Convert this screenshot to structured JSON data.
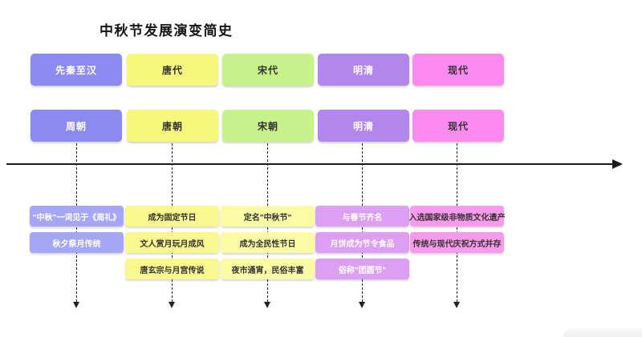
{
  "title": "中秋节发展演变简史",
  "diagram": {
    "type": "horizontal-timeline",
    "axis": {
      "style": "solid-black-arrow",
      "direction": "right"
    },
    "connector_style": "dashed-down-arrow",
    "columns": [
      {
        "era": "先秦至汉",
        "period": "周朝",
        "box_color": "#8a8af0",
        "event_box_color": "#a6a6f6",
        "text_color": "#ffffff",
        "events": [
          "\"中秋\"一词见于《周礼》",
          "秋夕祭月传统"
        ]
      },
      {
        "era": "唐代",
        "period": "唐朝",
        "box_color": "#f7f77d",
        "event_box_color": "#f9f98f",
        "text_color": "#333333",
        "events": [
          "成为固定节日",
          "文人赏月玩月成风",
          "唐玄宗与月宫传说"
        ]
      },
      {
        "era": "宋代",
        "period": "宋朝",
        "box_color": "#c7f18b",
        "event_box_color": "#fbfba6",
        "text_color": "#333333",
        "events": [
          "定名\"中秋节\"",
          "成为全民性节日",
          "夜市通宵，民俗丰富"
        ]
      },
      {
        "era": "明清",
        "period": "明清",
        "box_color": "#b286ec",
        "event_box_color": "#dc9ff4",
        "text_color": "#ffffff",
        "events": [
          "与春节齐名",
          "月饼成为节令食品",
          "俗称\"团圆节\""
        ]
      },
      {
        "era": "现代",
        "period": "现代",
        "box_color": "#fb8bee",
        "event_box_color": "#fa9aec",
        "text_color": "#333333",
        "events": [
          "入选国家级非物质文化遗产",
          "传统与现代庆祝方式并存"
        ]
      }
    ]
  }
}
